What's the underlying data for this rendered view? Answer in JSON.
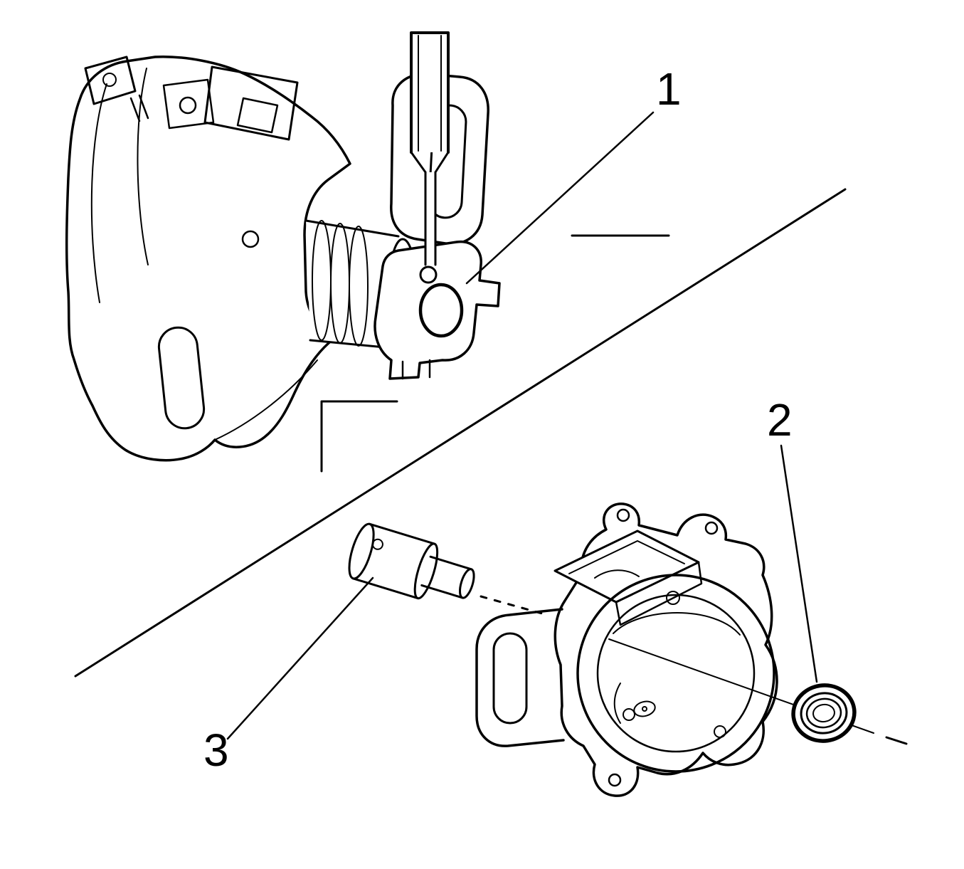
{
  "figure": {
    "background_color": "#ffffff",
    "line_color": "#000000",
    "callouts": [
      {
        "label": "1"
      },
      {
        "label": "2"
      },
      {
        "label": "3"
      }
    ]
  }
}
